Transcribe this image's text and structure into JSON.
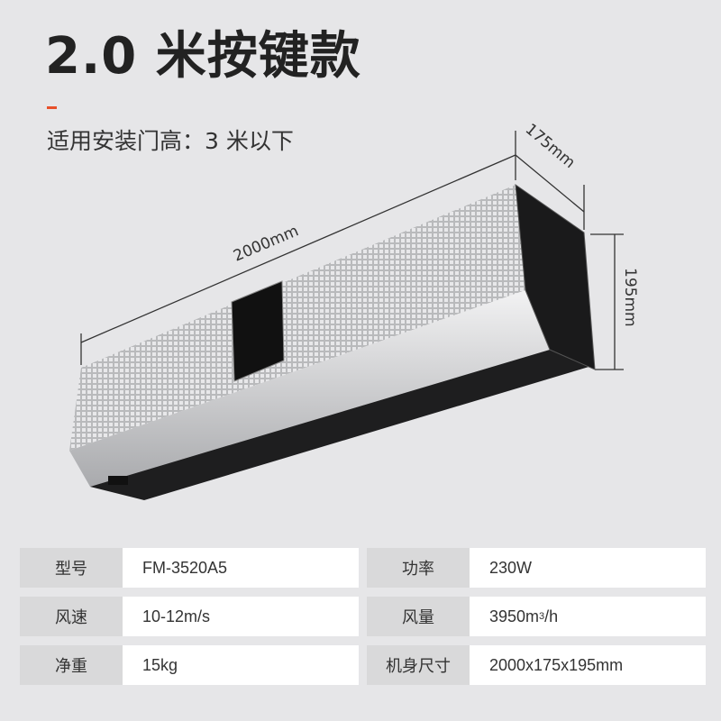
{
  "title": "2.0 米按键款",
  "subtitle": "适用安装门高：3 米以下",
  "dimensions": {
    "length": "2000mm",
    "depth": "175mm",
    "height": "195mm"
  },
  "colors": {
    "accent": "#e8502a",
    "background": "#e6e6e8"
  },
  "specs": [
    {
      "label": "型号",
      "value": "FM-3520A5"
    },
    {
      "label": "功率",
      "value": "230W"
    },
    {
      "label": "风速",
      "value": "10-12m/s"
    },
    {
      "label": "风量",
      "value": "3950m",
      "sup": "3",
      "suffix": "/h"
    },
    {
      "label": "净重",
      "value": "15kg"
    },
    {
      "label": "机身尺寸",
      "value": "2000x175x195mm"
    }
  ]
}
